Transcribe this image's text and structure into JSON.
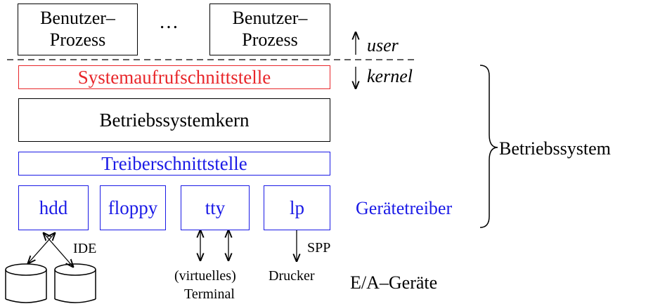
{
  "processes": {
    "left_line1": "Benutzer–",
    "left_line2": "Prozess",
    "ellipsis": "…",
    "right_line1": "Benutzer–",
    "right_line2": "Prozess"
  },
  "modes": {
    "user": "user",
    "kernel": "kernel"
  },
  "layers": {
    "syscall": "Systemaufrufschnittstelle",
    "kernel_core": "Betriebssystemkern",
    "driver_interface": "Treiberschnittstelle"
  },
  "drivers": {
    "items": [
      "hdd",
      "floppy",
      "tty",
      "lp"
    ],
    "label": "Gerätetreiber"
  },
  "os_label": "Betriebssystem",
  "devices": {
    "ide": "IDE",
    "terminal_line1": "(virtuelles)",
    "terminal_line2": "Terminal",
    "spp": "SPP",
    "printer": "Drucker",
    "label": "E/A–Geräte"
  },
  "colors": {
    "syscall": "#e8262a",
    "driver_layer": "#1a1ae6",
    "default": "#000000"
  }
}
